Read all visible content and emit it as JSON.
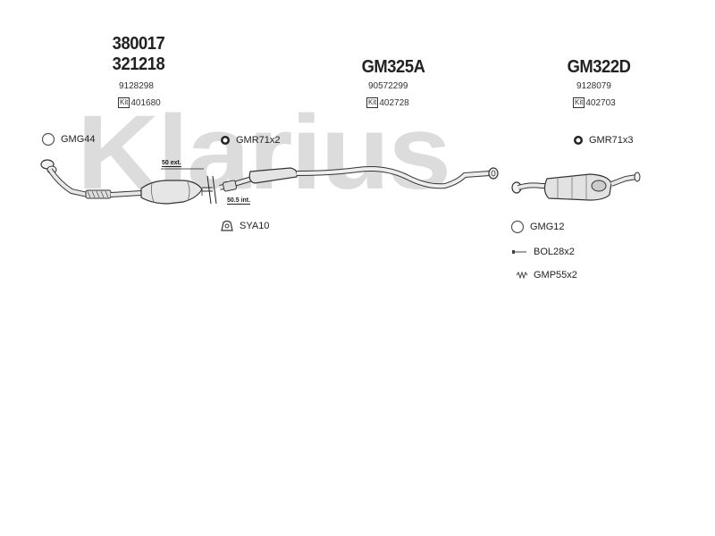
{
  "watermark": "Klarius",
  "groups": {
    "left": {
      "part1": "380017",
      "part2": "321218",
      "oem": "9128298",
      "kit_tag": "Kit",
      "kit": "401680"
    },
    "middle": {
      "part1": "GM325A",
      "oem": "90572299",
      "kit_tag": "Kit",
      "kit": "402728"
    },
    "right": {
      "part1": "GM322D",
      "oem": "9128079",
      "kit_tag": "Kit",
      "kit": "402703"
    }
  },
  "accessories": {
    "gmg44": "GMG44",
    "gmr71x2": "GMR71x2",
    "sya10": "SYA10",
    "gmr71x3": "GMR71x3",
    "gmg12": "GMG12",
    "bol28x2": "BOL28x2",
    "gmp55x2": "GMP55x2"
  },
  "dimensions": {
    "ext": "50 ext.",
    "int": "50.5 int."
  },
  "icons": [
    "ring-gasket-icon",
    "clamp-icon",
    "rubber-mount-icon",
    "bolt-icon",
    "spring-icon"
  ]
}
